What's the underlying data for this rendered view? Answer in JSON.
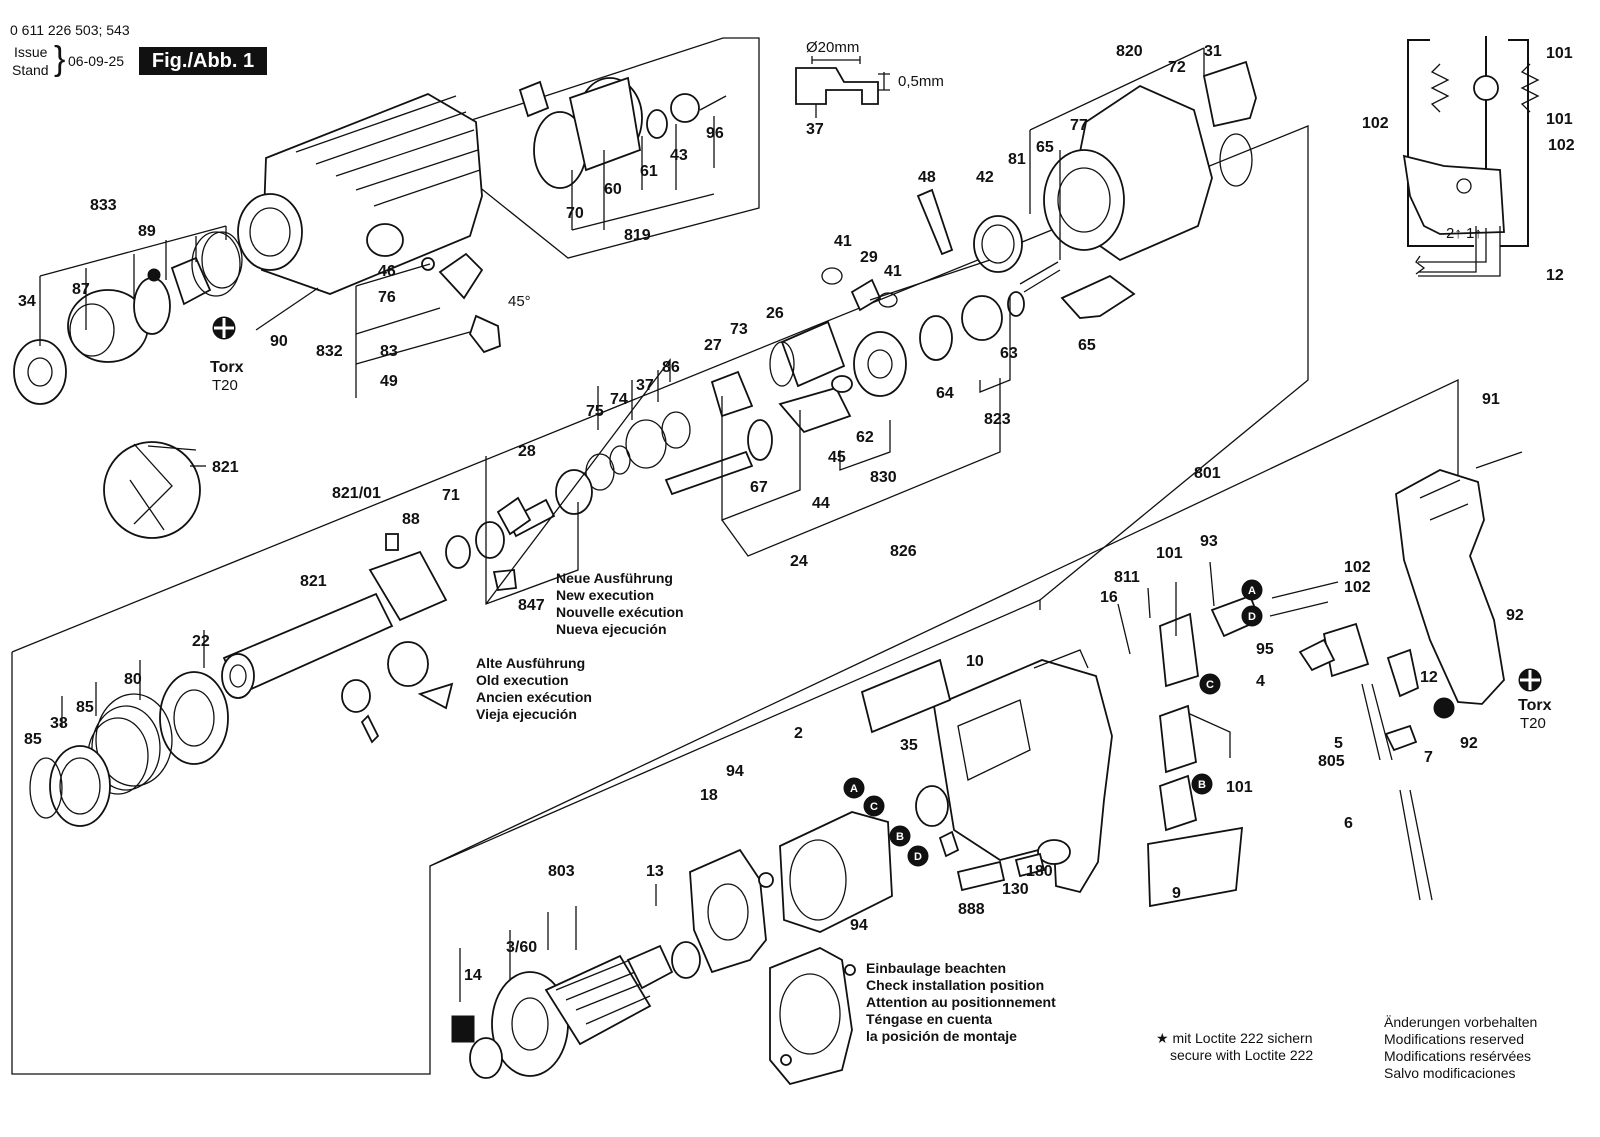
{
  "header": {
    "part_number": "0 611 226 503; 543",
    "issue": "Issue",
    "stand": "Stand",
    "date": "06-09-25",
    "figure": "Fig./Abb. 1"
  },
  "dimension": {
    "diameter": "Ø20mm",
    "thickness": "0,5mm"
  },
  "angle": "45°",
  "torx": [
    {
      "name": "Torx",
      "size": "T20"
    },
    {
      "name": "Torx",
      "size": "T20"
    }
  ],
  "notes": {
    "new_execution": [
      "Neue Ausführung",
      "New execution",
      "Nouvelle exécution",
      "Nueva ejecución"
    ],
    "old_execution": [
      "Alte Ausführung",
      "Old execution",
      "Ancien exécution",
      "Vieja ejecución"
    ],
    "installation": [
      "Einbaulage beachten",
      "Check installation position",
      "Attention au positionnement",
      "Téngase en cuenta",
      "la posición de montaje"
    ],
    "loctite": [
      "★ mit Loctite 222 sichern",
      "secure with Loctite 222"
    ],
    "modifications": [
      "Änderungen vorbehalten",
      "Modifications reserved",
      "Modifications resérvées",
      "Salvo modificaciones"
    ]
  },
  "connectors": [
    "A",
    "B",
    "C",
    "D"
  ],
  "part_labels": {
    "p833": "833",
    "p87": "87",
    "p34": "34",
    "p89": "89",
    "p90": "90",
    "p46": "46",
    "p76": "76",
    "p832": "832",
    "p83": "83",
    "p49": "49",
    "p70": "70",
    "p60": "60",
    "p61": "61",
    "p43": "43",
    "p96": "96",
    "p819": "819",
    "p37a": "37",
    "p820": "820",
    "p72": "72",
    "p31": "31",
    "p77": "77",
    "p65a": "65",
    "p81": "81",
    "p42": "42",
    "p48": "48",
    "p41a": "41",
    "p29": "29",
    "p41b": "41",
    "p26": "26",
    "p27": "27",
    "p73": "73",
    "p86": "86",
    "p37b": "37",
    "p74": "74",
    "p75": "75",
    "p64": "64",
    "p63": "63",
    "p65b": "65",
    "p823": "823",
    "p62": "62",
    "p830": "830",
    "p45": "45",
    "p44": "44",
    "p67": "67",
    "p24": "24",
    "p826": "826",
    "p28": "28",
    "p821a": "821",
    "p821_01": "821/01",
    "p71": "71",
    "p88": "88",
    "p847": "847",
    "p821b": "821",
    "p22": "22",
    "p80": "80",
    "p85a": "85",
    "p38": "38",
    "p85b": "85",
    "p801": "801",
    "p91": "91",
    "p92a": "92",
    "p92b": "92",
    "p93": "93",
    "p101a": "101",
    "p811": "811",
    "p16": "16",
    "p102a": "102",
    "p102b": "102",
    "p95": "95",
    "p4": "4",
    "p12a": "12",
    "p5": "5",
    "p805": "805",
    "p7": "7",
    "p6": "6",
    "p101b": "101",
    "p10": "10",
    "p2": "2",
    "p35": "35",
    "p94a": "94",
    "p18": "18",
    "p803": "803",
    "p13": "13",
    "p3_60": "3/60",
    "p14": "14",
    "p94b": "94",
    "p888": "888",
    "p130": "130",
    "p180": "180",
    "p9": "9",
    "w101a": "101",
    "w101b": "101",
    "w102a": "102",
    "w102b": "102",
    "w12": "12",
    "w_term": "2↑ 1↑"
  }
}
